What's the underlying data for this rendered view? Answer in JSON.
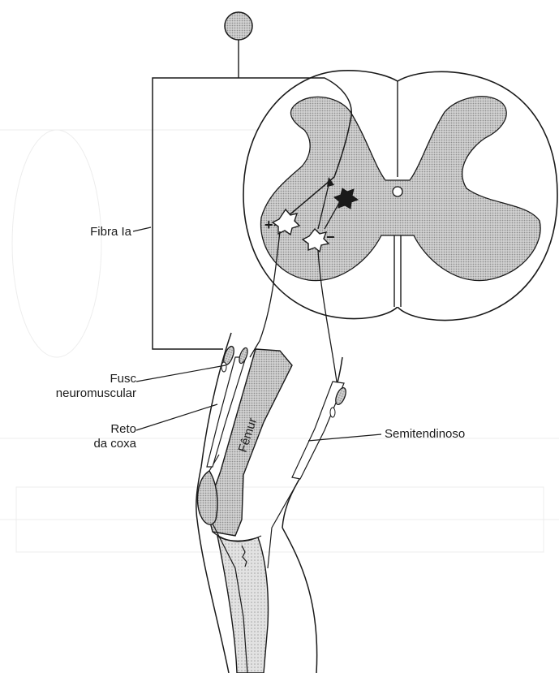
{
  "labels": {
    "fibra": "Fibra Ia",
    "fusc_line1": "Fusc",
    "fusc_line2": "neuromuscular",
    "reto_line1": "Reto",
    "reto_line2": "da coxa",
    "semitendinoso": "Semitendinoso",
    "femur": "Fêmur"
  },
  "signs": {
    "excitatory_left": "+",
    "inhibitory": "−"
  },
  "colors": {
    "ink": "#1a1a1a",
    "gray_matter": "#c4c4c4",
    "bone": "#d0d0d0",
    "bleed_through": "#b9b9b9"
  }
}
